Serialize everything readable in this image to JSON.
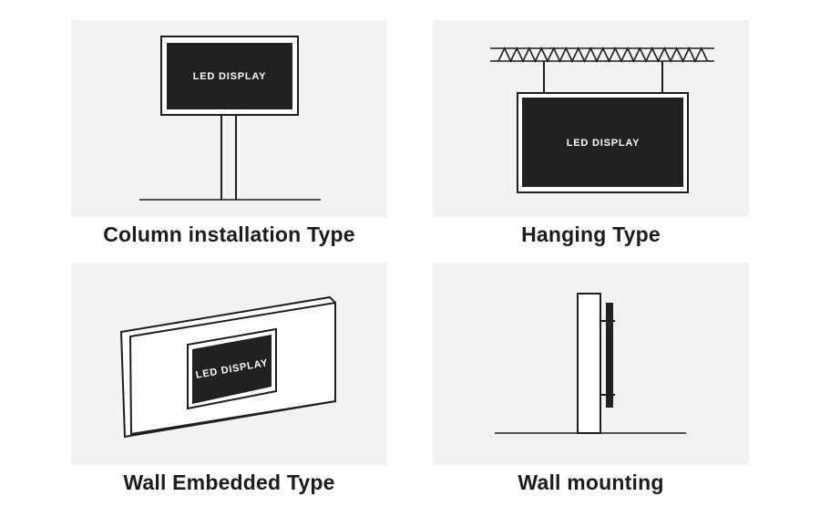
{
  "colors": {
    "page_background": "#ffffff",
    "panel_background": "#f2f2f2",
    "line": "#1d1d1d",
    "display_fill": "#212121",
    "screen_frame": "#ffffff",
    "display_text": "#ffffff",
    "caption_text": "#1c1c1c"
  },
  "cells": [
    {
      "caption": "Column installation Type",
      "display_label": "LED DISPLAY"
    },
    {
      "caption": "Hanging Type",
      "display_label": "LED DISPLAY"
    },
    {
      "caption": "Wall Embedded Type",
      "display_label": "LED DISPLAY"
    },
    {
      "caption": "Wall mounting"
    }
  ]
}
